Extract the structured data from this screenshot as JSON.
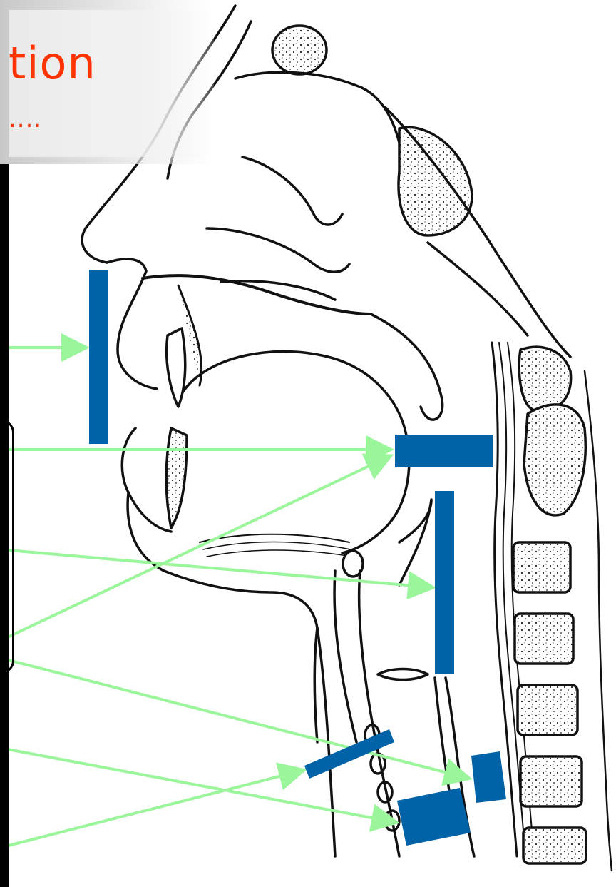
{
  "slide": {
    "title_fragment": "tion",
    "title_ellipsis": "....",
    "colors": {
      "title": "#ff3300",
      "marker": "#0063a8",
      "arrow": "#9bf59b",
      "sidebar": "#000000",
      "line_art": "#111111"
    }
  },
  "diagram": {
    "subject": "midsagittal-head-neck-line-drawing",
    "markers": [
      {
        "id": "lips"
      },
      {
        "id": "velum"
      },
      {
        "id": "pharynx"
      },
      {
        "id": "epiglottis"
      },
      {
        "id": "arytenoid"
      },
      {
        "id": "larynx"
      }
    ],
    "arrows": [
      {
        "id": "to-lips"
      },
      {
        "id": "to-velum"
      },
      {
        "id": "to-pharynx"
      },
      {
        "id": "bracket-to-velum"
      },
      {
        "id": "bracket-to-arytenoid"
      },
      {
        "id": "to-larynx"
      },
      {
        "id": "to-epiglottis"
      }
    ]
  }
}
